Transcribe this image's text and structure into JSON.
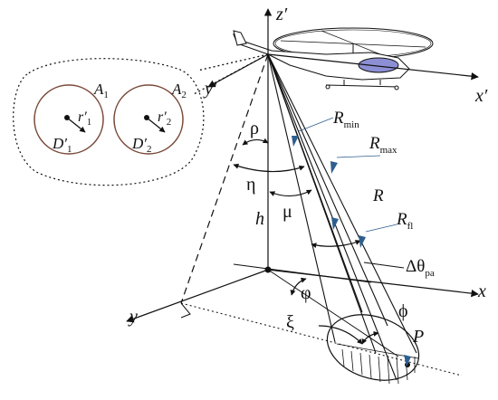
{
  "axes": {
    "x_prime": "x′",
    "y_prime": "y′",
    "z_prime": "z′",
    "x": "x",
    "y": "y"
  },
  "apertures": {
    "a1": {
      "letter": "A",
      "sub": "1"
    },
    "a2": {
      "letter": "A",
      "sub": "2"
    },
    "d1": {
      "letter": "D′",
      "sub": "1"
    },
    "d2": {
      "letter": "D′",
      "sub": "2"
    },
    "r1": {
      "letter": "r′",
      "sub": "1"
    },
    "r2": {
      "letter": "r′",
      "sub": "2"
    }
  },
  "angles": {
    "rho": "ρ",
    "eta": "η",
    "mu": "μ",
    "varphi": "φ",
    "xi": "ξ",
    "phi": "ϕ",
    "delta_theta": "Δθ",
    "delta_theta_sub": "pa"
  },
  "ranges": {
    "r_min": {
      "letter": "R",
      "sub": "min"
    },
    "r_max": {
      "letter": "R",
      "sub": "max"
    },
    "r": "R",
    "r_fl": {
      "letter": "R",
      "sub": "fl"
    }
  },
  "height": "h",
  "point": "P",
  "colors": {
    "line": "#111111",
    "circle": "#7a4a3a",
    "arrowhead": "#2e5f8f",
    "window": "#8c8fd4"
  }
}
